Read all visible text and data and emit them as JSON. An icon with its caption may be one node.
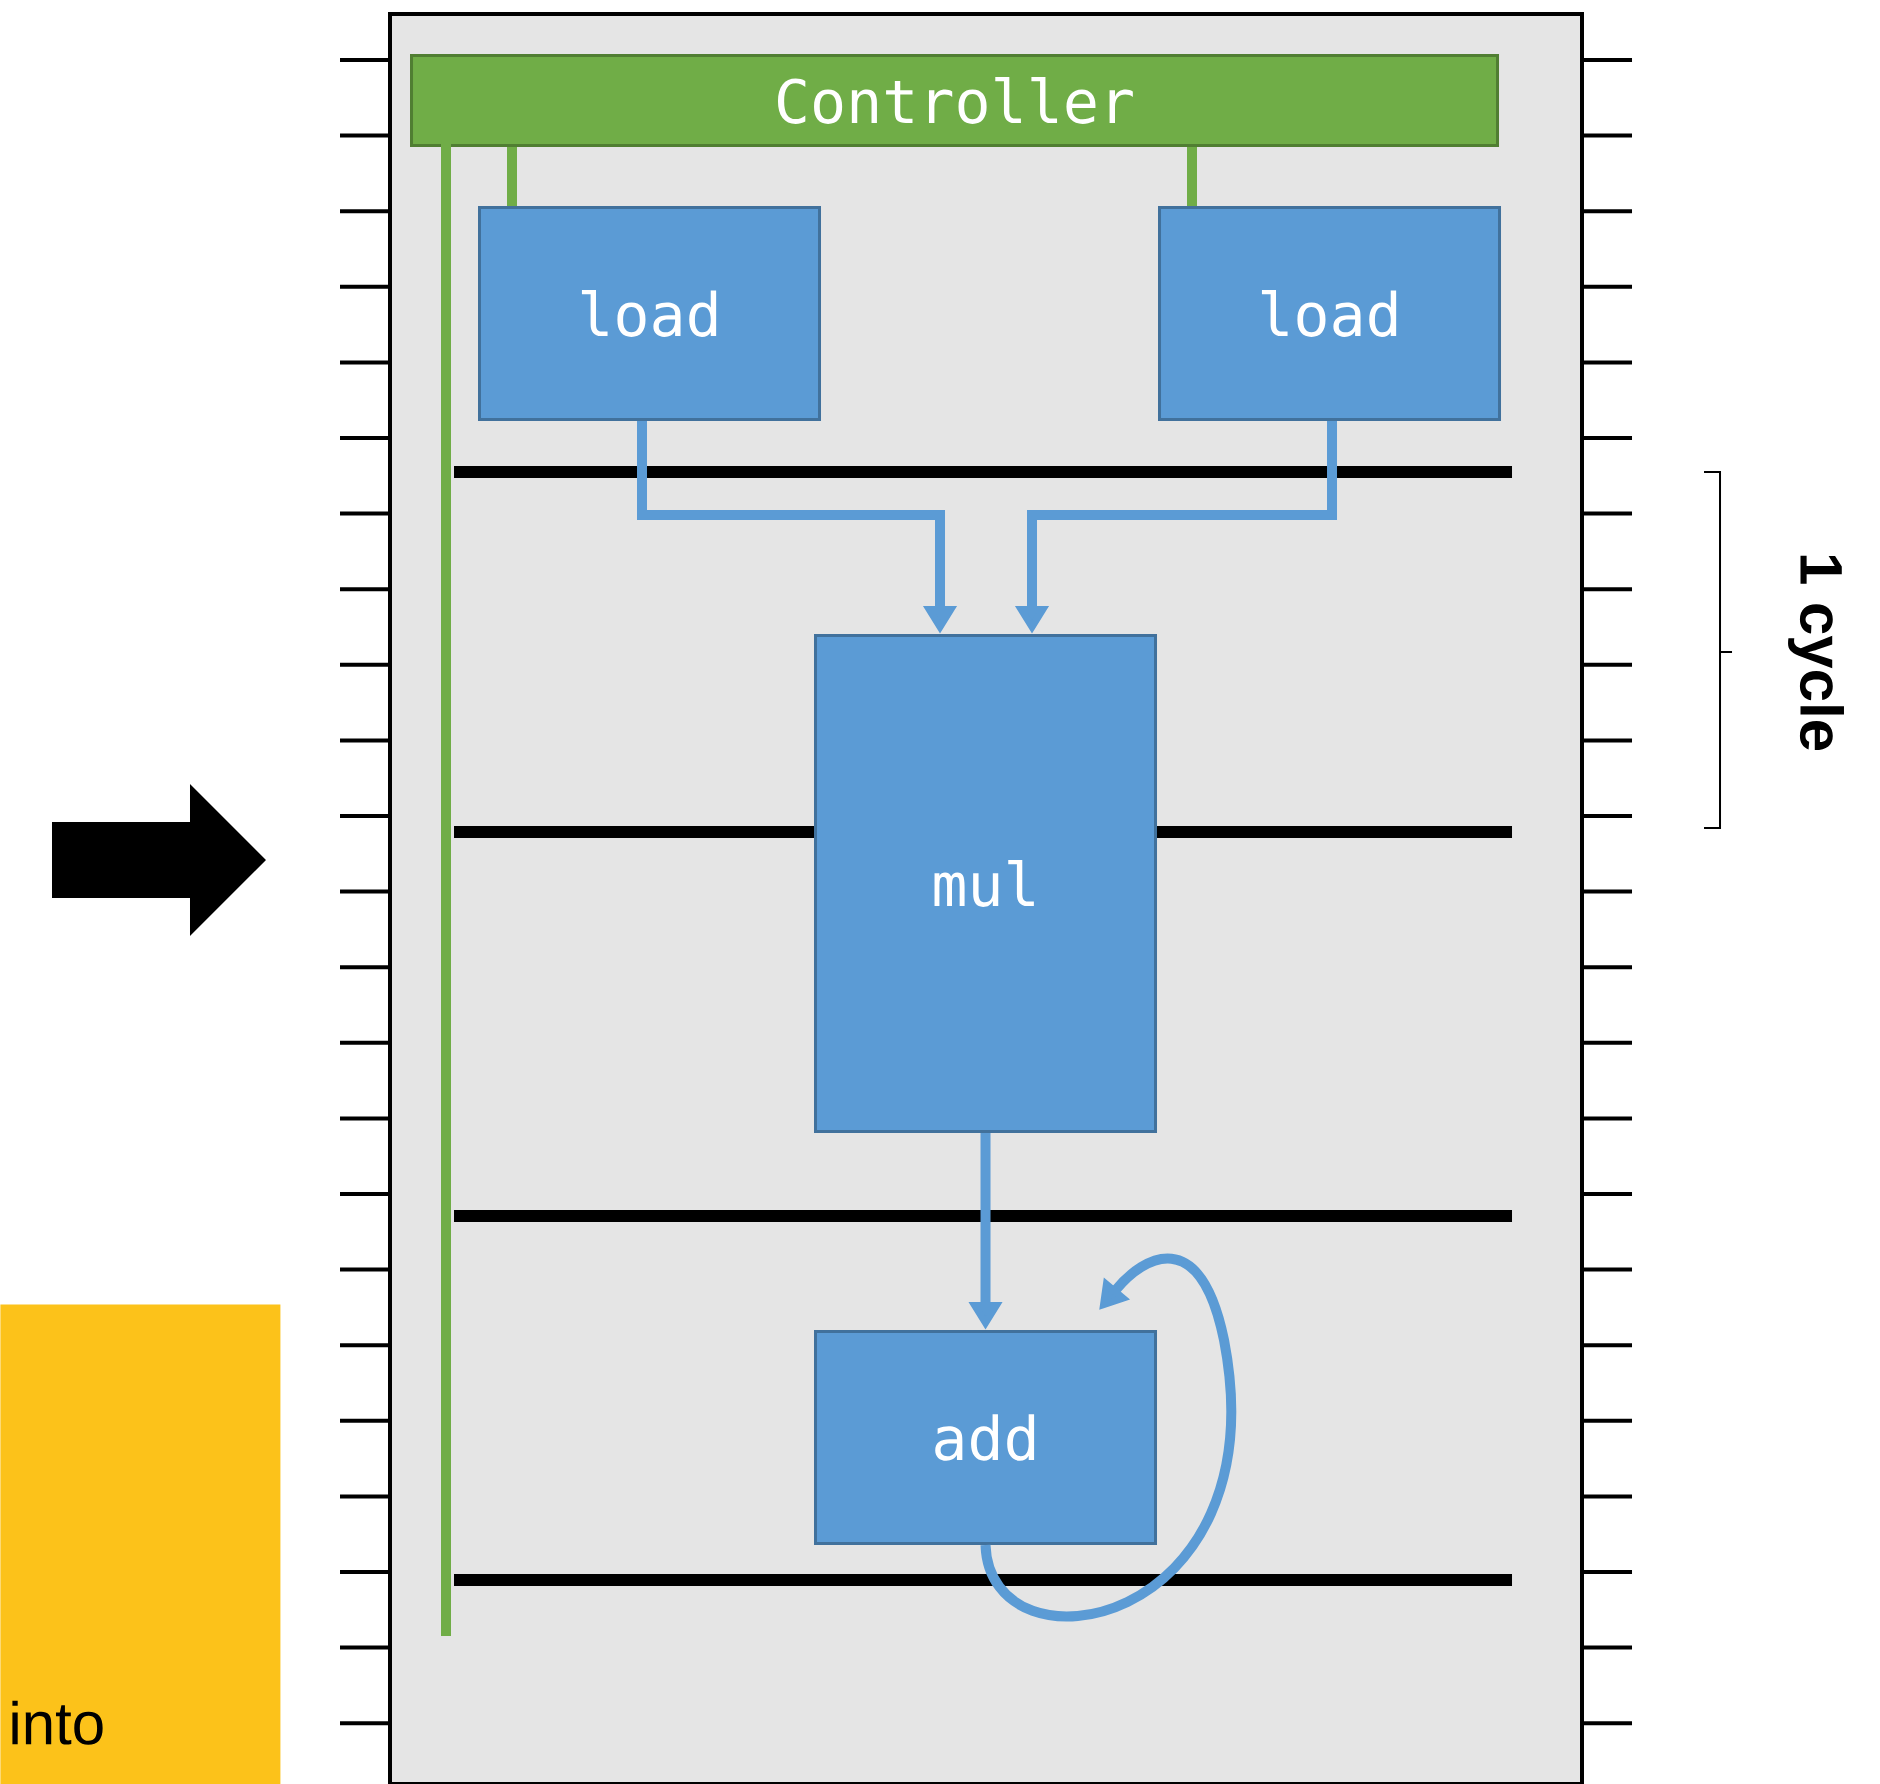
{
  "diagram": {
    "nodes": [
      {
        "text": [],
        "shape": "box"
      },
      {
        "text": [
          "Controller"
        ],
        "in": 0
      },
      {
        "text": [
          "load"
        ],
        "in": 0
      },
      {
        "text": [
          "load"
        ],
        "in": 0
      },
      {
        "text": [
          "mul"
        ],
        "in": 0
      },
      {
        "text": [
          "add"
        ],
        "in": 0
      },
      {
        "text": [
          "into"
        ]
      }
    ],
    "edges": [
      {
        "from": 1,
        "to": 2,
        "arrow": "none",
        "color": "#70ad47"
      },
      {
        "from": 1,
        "to": 3,
        "arrow": "none",
        "color": "#70ad47"
      },
      {
        "from": 2,
        "to": 4,
        "arrow": "to"
      },
      {
        "from": 3,
        "to": 4,
        "arrow": "to"
      },
      {
        "from": 4,
        "to": 5,
        "arrow": "to"
      },
      {
        "from": 5,
        "to": 5,
        "arrow": "to"
      }
    ],
    "labels": [
      "1 cycle"
    ]
  }
}
